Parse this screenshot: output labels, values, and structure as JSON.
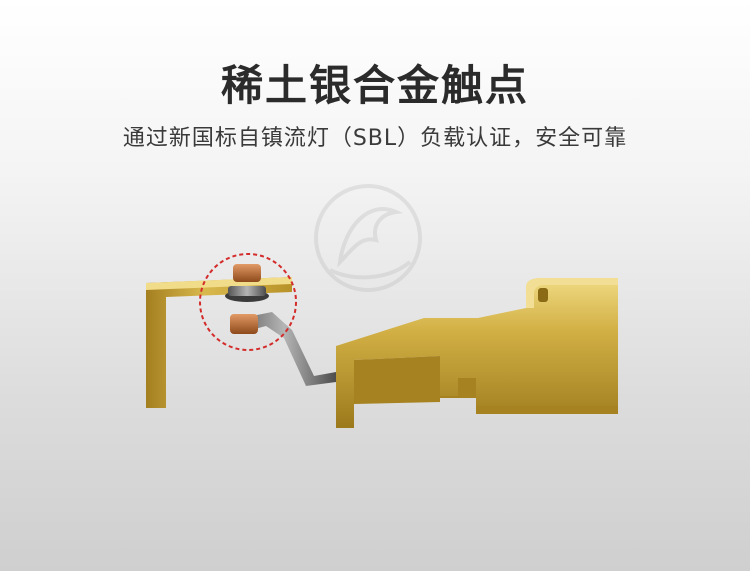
{
  "header": {
    "title": "稀土银合金触点",
    "subtitle": "通过新国标自镇流灯（SBL）负载认证，安全可靠"
  },
  "colors": {
    "brass_light": "#e7cd6a",
    "brass_mid": "#c9a634",
    "brass_dark": "#8d6a12",
    "copper": "#b5652d",
    "highlight_circle": "#d42b2b",
    "watermark": "#c8c8c8"
  },
  "illustration": {
    "subject": "contact-assembly",
    "highlight": "contact-point-circle",
    "watermark_icon": "bird-logo-icon"
  }
}
